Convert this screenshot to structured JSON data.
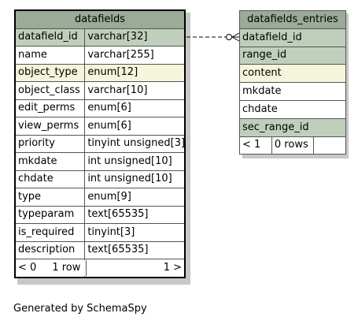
{
  "tables": {
    "datafields": {
      "title": "datafields",
      "rows": [
        {
          "name": "datafield_id",
          "type": "varchar[32]",
          "style": "pk"
        },
        {
          "name": "name",
          "type": "varchar[255]",
          "style": ""
        },
        {
          "name": "object_type",
          "type": "enum[12]",
          "style": "idx"
        },
        {
          "name": "object_class",
          "type": "varchar[10]",
          "style": ""
        },
        {
          "name": "edit_perms",
          "type": "enum[6]",
          "style": ""
        },
        {
          "name": "view_perms",
          "type": "enum[6]",
          "style": ""
        },
        {
          "name": "priority",
          "type": "tinyint unsigned[3]",
          "style": ""
        },
        {
          "name": "mkdate",
          "type": "int unsigned[10]",
          "style": ""
        },
        {
          "name": "chdate",
          "type": "int unsigned[10]",
          "style": ""
        },
        {
          "name": "type",
          "type": "enum[9]",
          "style": ""
        },
        {
          "name": "typeparam",
          "type": "text[65535]",
          "style": ""
        },
        {
          "name": "is_required",
          "type": "tinyint[3]",
          "style": ""
        },
        {
          "name": "description",
          "type": "text[65535]",
          "style": ""
        }
      ],
      "footer": {
        "parents": "< 0",
        "rows": "1 row",
        "children": "1 >"
      }
    },
    "datafields_entries": {
      "title": "datafields_entries",
      "rows": [
        {
          "name": "datafield_id",
          "style": "pk"
        },
        {
          "name": "range_id",
          "style": "pk"
        },
        {
          "name": "content",
          "style": "idx"
        },
        {
          "name": "mkdate",
          "style": ""
        },
        {
          "name": "chdate",
          "style": ""
        },
        {
          "name": "sec_range_id",
          "style": "pk"
        }
      ],
      "footer": {
        "parents": "< 1",
        "rows": "0 rows"
      }
    }
  },
  "credit": "Generated by SchemaSpy",
  "colors": {
    "title_bg": "#9aab97",
    "primary_key_bg": "#bfcfbb",
    "indexed_bg": "#f5f5dc",
    "body_bg": "#ffffff"
  }
}
